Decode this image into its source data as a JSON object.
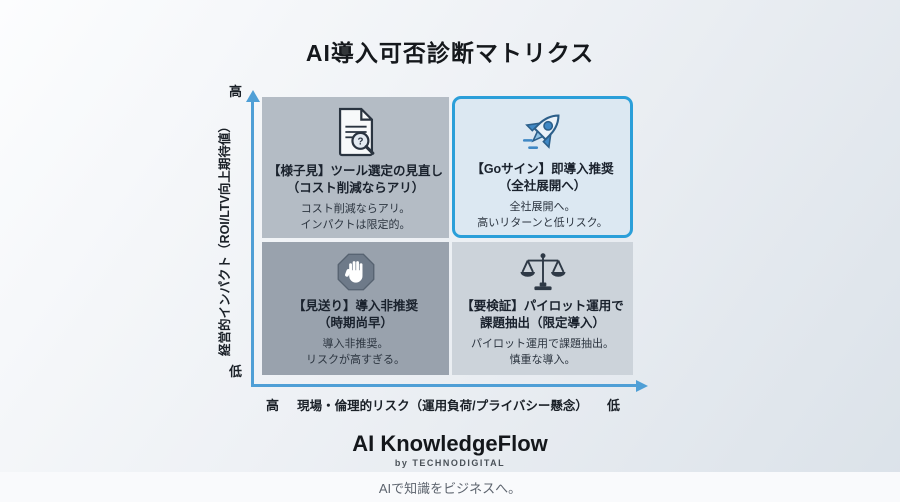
{
  "title": "AI導入可否診断マトリクス",
  "axes": {
    "arrow_color": "#4f9fd6",
    "y_label": "経営的インパクト（ROI/LTV向上期待値）",
    "y_high": "高",
    "y_low": "低",
    "x_label": "現場・倫理的リスク（運用負荷/プライバシー懸念）",
    "x_high": "高",
    "x_low": "低"
  },
  "quadrants": [
    {
      "key": "wait-and-see",
      "icon": "document-magnifier-icon",
      "title": "【様子見】ツール選定の見直し\n（コスト削減ならアリ）",
      "desc": "コスト削減ならアリ。\nインパクトは限定的。",
      "bg": "#b4bcc5"
    },
    {
      "key": "go-sign",
      "icon": "rocket-icon",
      "title": "【Goサイン】即導入推奨\n（全社展開へ）",
      "desc": "全社展開へ。\n高いリターンと低リスク。",
      "bg": "#dce8f2",
      "border": "#2b9fd9"
    },
    {
      "key": "postpone",
      "icon": "stop-hand-icon",
      "title": "【見送り】導入非推奨\n（時期尚早）",
      "desc": "導入非推奨。\nリスクが高すぎる。",
      "bg": "#99a2ad"
    },
    {
      "key": "needs-validation",
      "icon": "scales-icon",
      "title": "【要検証】パイロット運用で\n課題抽出（限定導入）",
      "desc": "パイロット運用で課題抽出。\n慎重な導入。",
      "bg": "#ccd3da"
    }
  ],
  "footer": {
    "brand": "AI KnowledgeFlow",
    "byline": "by TECHNODIGITAL",
    "tagline": "AIで知識をビジネスへ。"
  }
}
